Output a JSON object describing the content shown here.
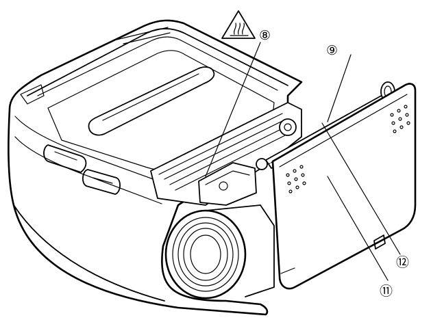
{
  "callouts": [
    {
      "id": "label-8",
      "text": "⑧"
    },
    {
      "id": "label-9",
      "text": "⑨"
    },
    {
      "id": "label-11",
      "text": "⑪"
    },
    {
      "id": "label-12",
      "text": "⑫"
    }
  ],
  "warning_symbol": "hot-surface-warning-icon",
  "colors": {
    "line": "#000000",
    "background": "#ffffff"
  }
}
